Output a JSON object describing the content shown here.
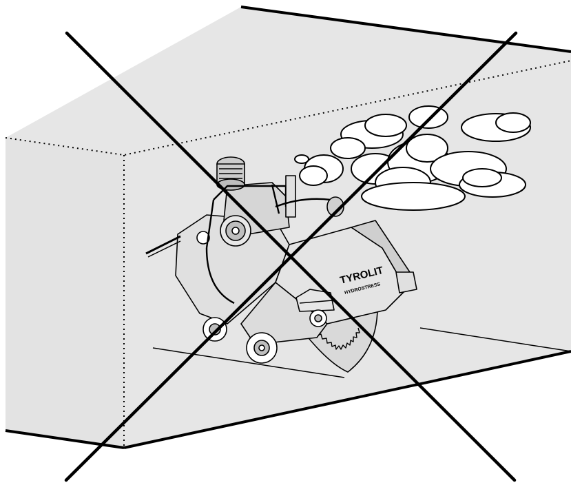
{
  "diagram": {
    "brand_logo": "TYROLIT",
    "brand_subtext": "HYDROSTRESS",
    "symbol": "prohibited-cross",
    "colors": {
      "room_fill": "#e6e6e6",
      "outline": "#000000",
      "cloud_fill": "#ffffff",
      "background": "#ffffff"
    },
    "icons": [
      "floor-saw-machine",
      "exhaust-smoke-clouds",
      "room-enclosure",
      "cross-out-mark"
    ]
  }
}
